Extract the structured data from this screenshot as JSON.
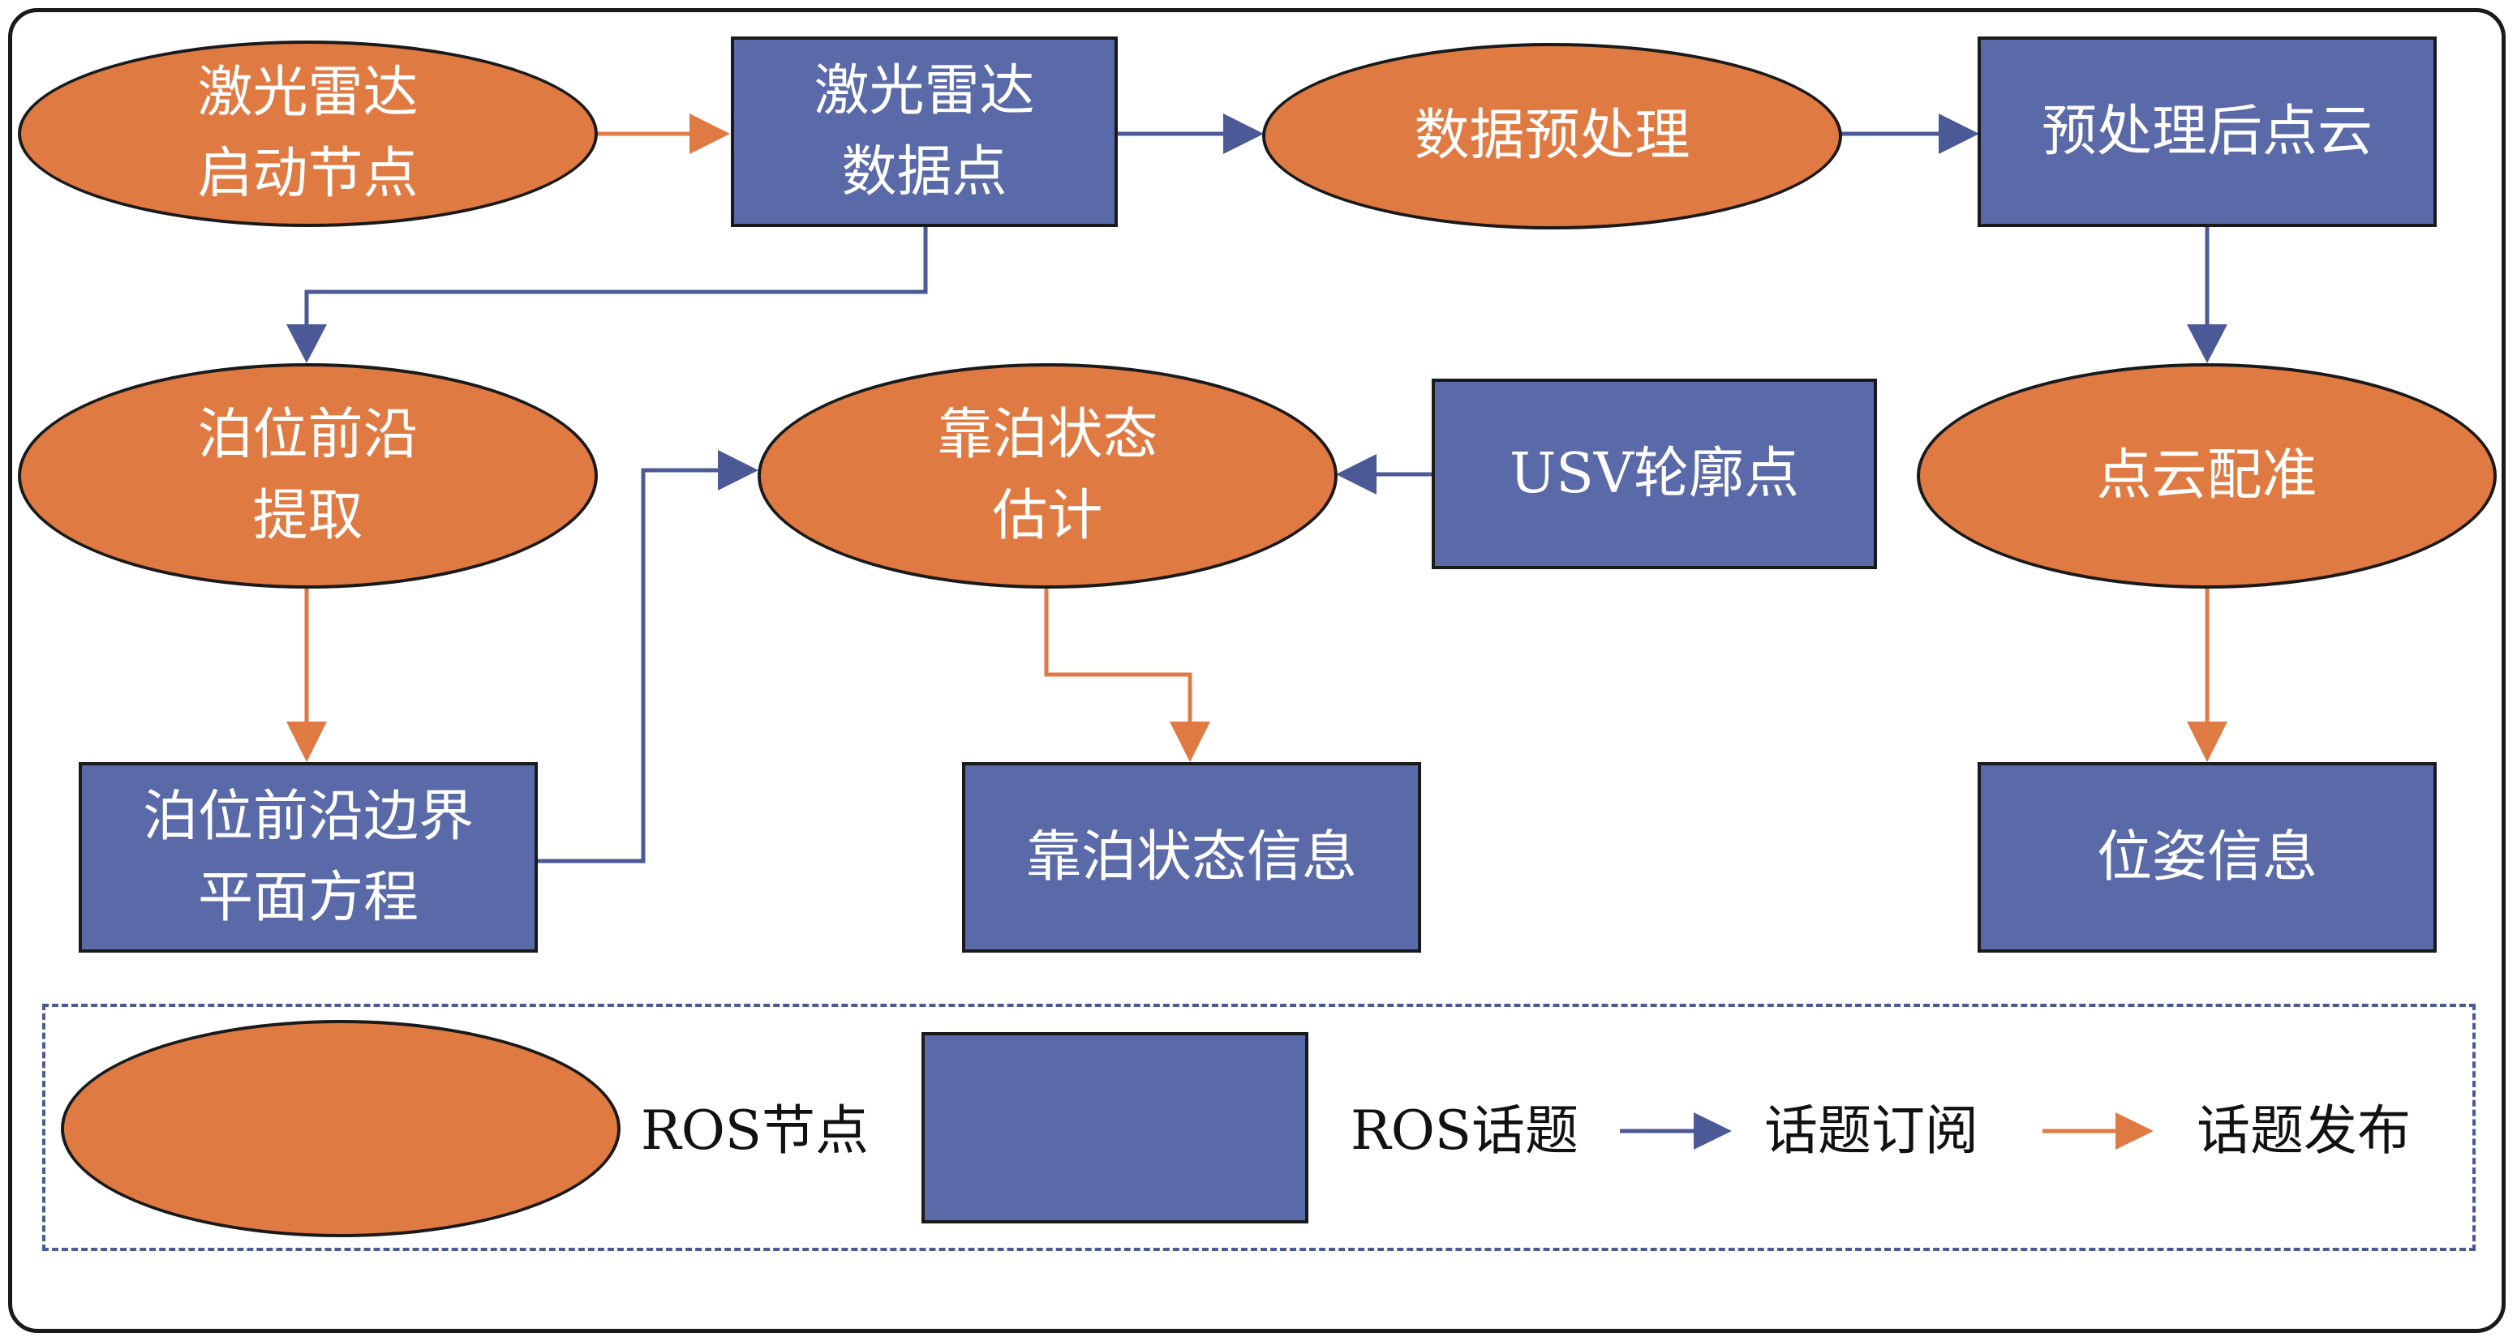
{
  "colors": {
    "node_fill": "#e07a43",
    "topic_fill": "#5a6aa8",
    "subscribe_arrow": "#4b5a96",
    "publish_arrow": "#e07a43",
    "outline": "#1a1a1a"
  },
  "nodes": {
    "lidar_launch": "激光雷达\n启动节点",
    "lidar_points": "激光雷达\n数据点",
    "preprocess": "数据预处理",
    "preprocessed_cloud": "预处理后点云",
    "berth_edge_extract": "泊位前沿\n提取",
    "berthing_state_est": "靠泊状态\n估计",
    "usv_contour": "USV轮廓点",
    "cloud_registration": "点云配准",
    "berth_edge_plane": "泊位前沿边界\n平面方程",
    "berthing_state_info": "靠泊状态信息",
    "pose_info": "位姿信息"
  },
  "legend": {
    "ros_node": "ROS节点",
    "ros_topic": "ROS话题",
    "subscribe": "话题订阅",
    "publish": "话题发布"
  }
}
